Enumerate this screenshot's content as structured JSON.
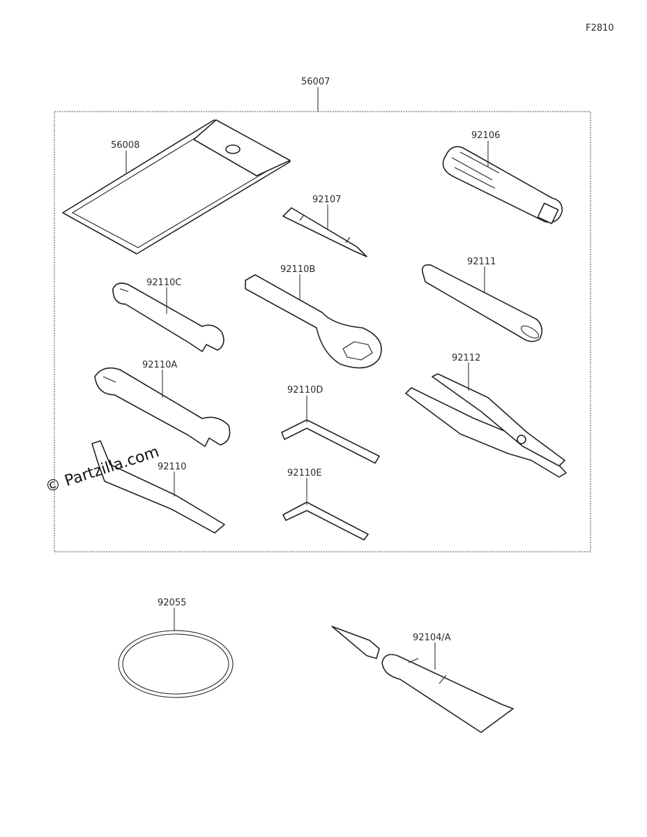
{
  "figure_code": "F2810",
  "watermark": "© Partzilla.com",
  "kit": {
    "callout": "56007"
  },
  "parts": {
    "pouch": "56008",
    "handle_grip": "92106",
    "driver_bit": "92107",
    "wrench_c": "92110C",
    "ring_wrench_b": "92110B",
    "extension_bar": "92111",
    "wrench_a": "92110A",
    "hex_key_d": "92110D",
    "pliers": "92112",
    "spanner": "92110",
    "hex_key_e": "92110E",
    "o_ring": "92055",
    "grease_tube": "92104/A"
  }
}
